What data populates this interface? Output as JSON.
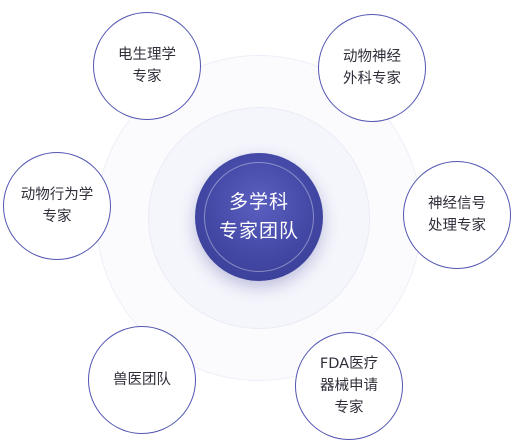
{
  "center": {
    "lines": [
      "多学科",
      "专家团队"
    ]
  },
  "nodes": [
    {
      "lines": [
        "电生理学",
        "专家"
      ]
    },
    {
      "lines": [
        "动物神经",
        "外科专家"
      ]
    },
    {
      "lines": [
        "动物行为学",
        "专家"
      ]
    },
    {
      "lines": [
        "神经信号",
        "处理专家"
      ]
    },
    {
      "lines": [
        "兽医团队"
      ]
    },
    {
      "lines": [
        "FDA医疗",
        "器械申请",
        "专家"
      ]
    }
  ],
  "colors": {
    "center_fill": "#4247a4",
    "node_border": "#5256b2",
    "text": "#2f2f3a"
  }
}
